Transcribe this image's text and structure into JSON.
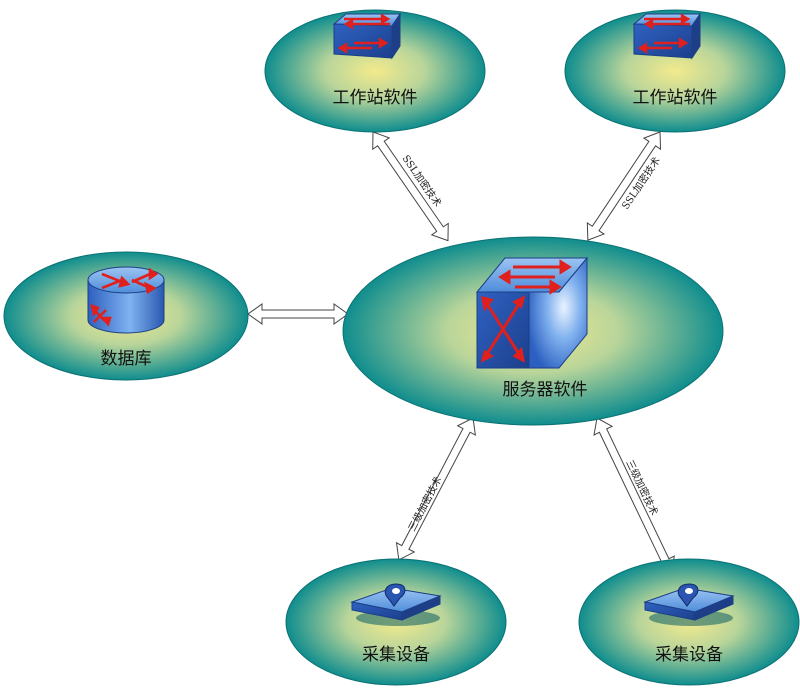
{
  "colors": {
    "ellipse_center": "#f0e68a",
    "ellipse_edge": "#0f8d8e",
    "device_blue": "#3f7fd6",
    "arrow_red": "#e0201c"
  },
  "nodes": {
    "server": {
      "label": "服务器软件",
      "icon": "switch-cube-icon"
    },
    "workstation_left": {
      "label": "工作站软件",
      "icon": "switch-icon"
    },
    "workstation_right": {
      "label": "工作站软件",
      "icon": "switch-icon"
    },
    "database": {
      "label": "数据库",
      "icon": "router-icon"
    },
    "collector_left": {
      "label": "采集设备",
      "icon": "sensor-device-icon"
    },
    "collector_right": {
      "label": "采集设备",
      "icon": "sensor-device-icon"
    }
  },
  "connections": {
    "ssl_left": "SSL加密技术",
    "ssl_right": "SSL加密技术",
    "tri_left": "三级加密技术",
    "tri_right": "三级加密技术"
  }
}
